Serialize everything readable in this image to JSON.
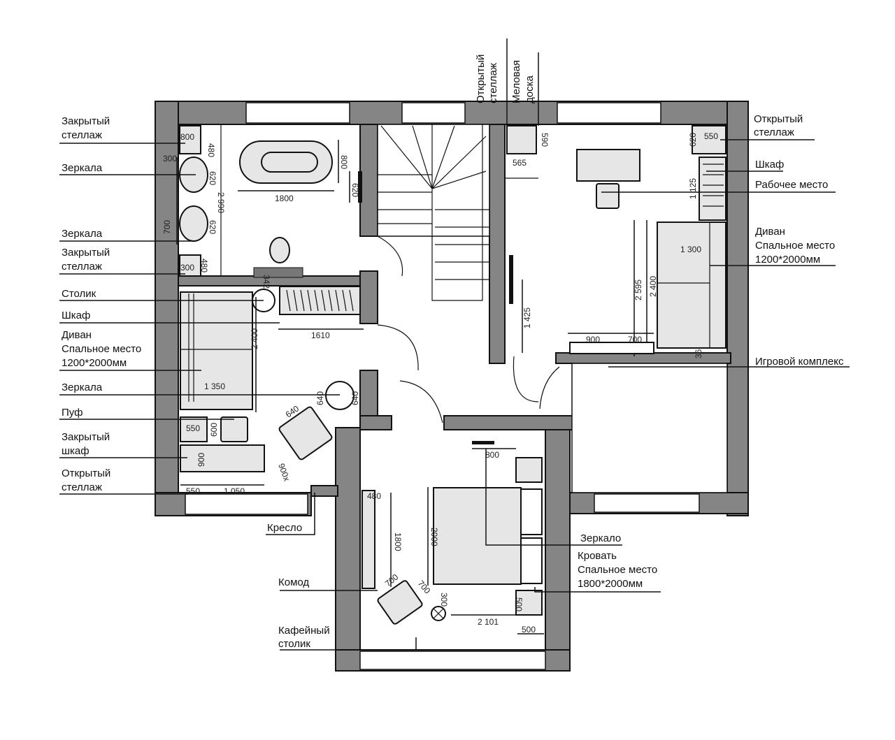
{
  "labels": {
    "left": [
      {
        "lines": [
          "Закрытый",
          "стеллаж"
        ]
      },
      {
        "lines": [
          "Зеркала"
        ]
      },
      {
        "lines": [
          "Зеркала"
        ]
      },
      {
        "lines": [
          "Закрытый",
          "стеллаж"
        ]
      },
      {
        "lines": [
          "Столик"
        ]
      },
      {
        "lines": [
          "Шкаф"
        ]
      },
      {
        "lines": [
          "Диван",
          "Спальное место",
          "1200*2000мм"
        ]
      },
      {
        "lines": [
          "Зеркала"
        ]
      },
      {
        "lines": [
          "Пуф"
        ]
      },
      {
        "lines": [
          "Закрытый",
          "шкаф"
        ]
      },
      {
        "lines": [
          "Открытый",
          "стеллаж"
        ]
      },
      {
        "lines": [
          "Кресло"
        ]
      }
    ],
    "right": [
      {
        "lines": [
          "Открытый",
          "стеллаж"
        ]
      },
      {
        "lines": [
          "Шкаф"
        ]
      },
      {
        "lines": [
          "Рабочее место"
        ]
      },
      {
        "lines": [
          "Диван",
          "Спальное место",
          "1200*2000мм"
        ]
      },
      {
        "lines": [
          "Игровой комплекс"
        ]
      }
    ],
    "bottom": [
      {
        "lines": [
          "Зеркало"
        ]
      },
      {
        "lines": [
          "Кровать",
          "Спальное место",
          "1800*2000мм"
        ]
      },
      {
        "lines": [
          "Комод"
        ]
      },
      {
        "lines": [
          "Кафейный",
          "столик"
        ]
      }
    ],
    "top": [
      {
        "lines": [
          "Открытый",
          "стеллаж"
        ]
      },
      {
        "lines": [
          "Меловая",
          "доска"
        ]
      }
    ]
  },
  "dims": {
    "bath": [
      "800",
      "480",
      "300",
      "620",
      "700",
      "620",
      "300",
      "480",
      "2 990",
      "1800",
      "800",
      "620",
      "342"
    ],
    "living": [
      "1610",
      "2 400",
      "1 350",
      "550",
      "600",
      "900",
      "900x",
      "640",
      "640",
      "640",
      "550",
      "1 050"
    ],
    "office": [
      "590",
      "565",
      "550",
      "620",
      "1 125",
      "1 300",
      "2 595",
      "2 400",
      "1 425",
      "900",
      "700",
      "36"
    ],
    "bedroom": [
      "800",
      "480",
      "1800",
      "2000",
      "700",
      "700",
      "300",
      "500",
      "2 101",
      "500"
    ]
  }
}
